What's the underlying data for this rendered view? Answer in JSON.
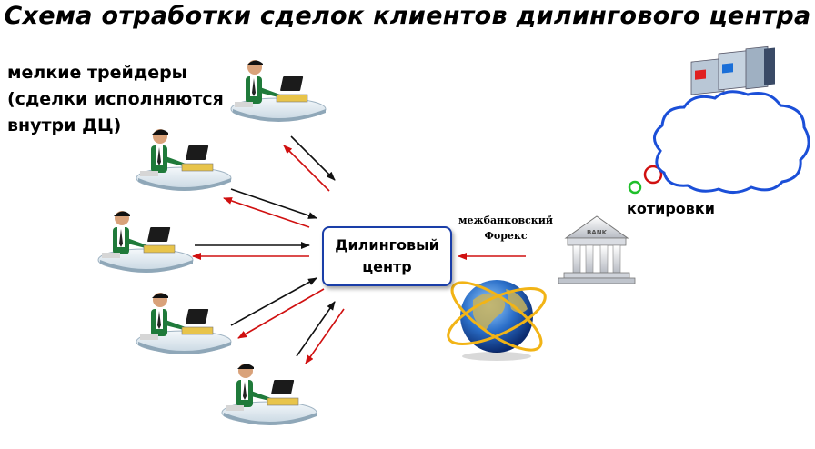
{
  "title": "Схема отработки сделок клиентов дилингового центра",
  "note": {
    "lines": [
      "мелкие трейдеры",
      "(сделки исполняются",
      "внутри ДЦ)"
    ]
  },
  "center": {
    "lines": [
      "Дилинговый",
      "центр"
    ]
  },
  "forex": {
    "lines": [
      "межбанковский",
      "Форекс"
    ]
  },
  "quotes_label": "котировки",
  "bank_sign": "BANK",
  "colors": {
    "box_border": "#1a3ea8",
    "arrow_black": "#111111",
    "arrow_red": "#d01010",
    "bubble_border": "#1b4fd8",
    "person_shirt": "#1f7a3a"
  },
  "icons": [
    "trader-icon",
    "globe-icon",
    "bank-icon",
    "thought-cloud-icon",
    "quote-monitor-icon"
  ]
}
